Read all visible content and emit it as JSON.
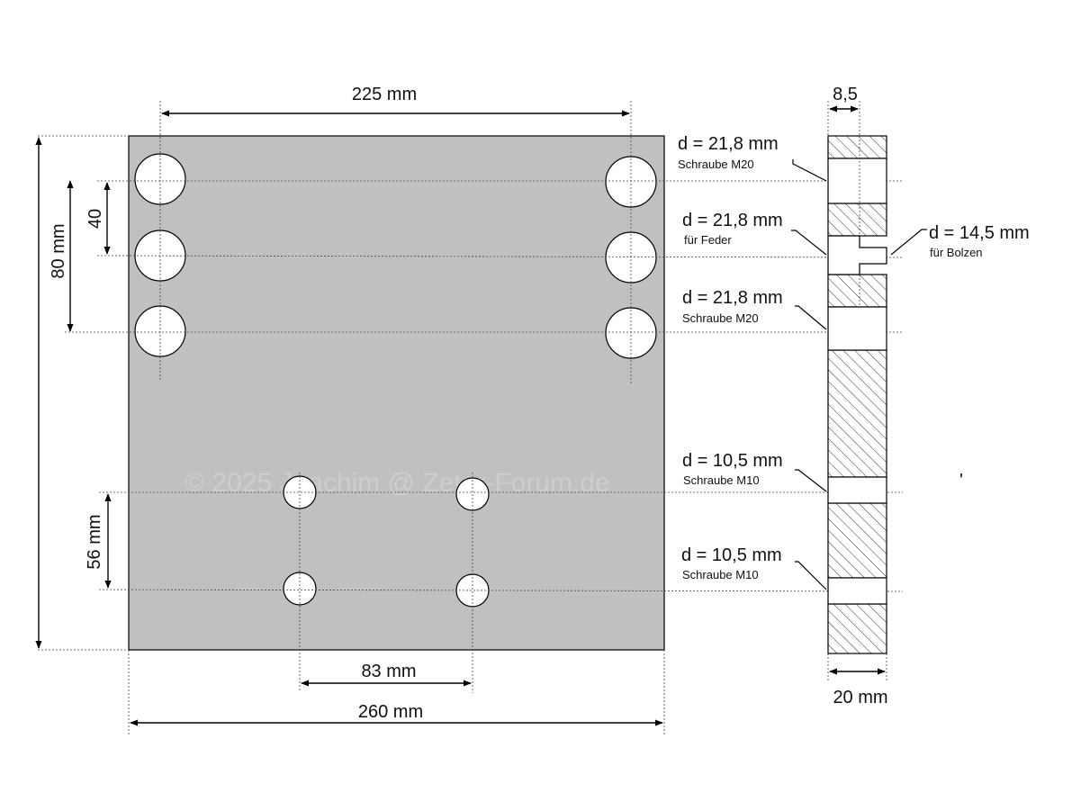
{
  "colors": {
    "plate": "#c0c0c0",
    "line": "#000000",
    "hole": "#ffffff",
    "hatch": "#333333"
  },
  "watermark": "© 2025 Joachim @ Zetor-Forum.de",
  "dimensions": {
    "top_width": "225 mm",
    "left_height": "80 mm",
    "inner_spacing": "40",
    "lower_spacing": "56 mm",
    "bottom_hole_spacing": "83 mm",
    "plate_width": "260 mm",
    "section_offset": "8,5",
    "section_thickness": "20 mm"
  },
  "hole_notes": [
    {
      "diameter": "d = 21,8 mm",
      "purpose": "Schraube M20"
    },
    {
      "diameter": "d = 21,8 mm",
      "purpose": "für Feder"
    },
    {
      "diameter": "d = 14,5 mm",
      "purpose": "für Bolzen"
    },
    {
      "diameter": "d = 21,8 mm",
      "purpose": "Schraube M20"
    },
    {
      "diameter": "d = 10,5 mm",
      "purpose": "Schraube M10"
    },
    {
      "diameter": "d = 10,5 mm",
      "purpose": "Schraube M10"
    }
  ],
  "stray_mark": "'"
}
